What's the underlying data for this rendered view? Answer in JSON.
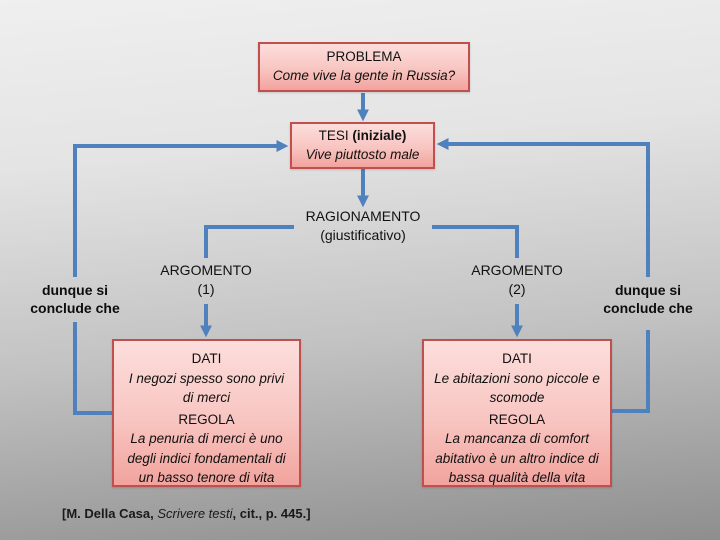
{
  "slide": {
    "background_top_color": "#efefef",
    "background_bottom_color": "#8e8e8e"
  },
  "colors": {
    "arrow": "#4f81bd",
    "box_border": "#c0504d",
    "box_fill_light": "#fcdedc",
    "box_fill_dark": "#f2a39d",
    "text": "#111111"
  },
  "diagram": {
    "problema": {
      "title": "PROBLEMA",
      "question": "Come vive la gente in Russia?"
    },
    "tesi": {
      "title_plain": "TESI ",
      "title_bold": "(iniziale)",
      "statement": "Vive piuttosto male"
    },
    "ragionamento": {
      "line1": "RAGIONAMENTO",
      "line2": "(giustificativo)"
    },
    "argomento1": {
      "line1": "ARGOMENTO",
      "line2": "(1)"
    },
    "argomento2": {
      "line1": "ARGOMENTO",
      "line2": "(2)"
    },
    "conclusion_left": {
      "line1": "dunque si",
      "line2": "conclude che"
    },
    "conclusion_right": {
      "line1": "dunque si",
      "line2": "conclude che"
    },
    "box_argomento1": {
      "dati_label": "DATI",
      "dati_text": "I negozi spesso sono privi di merci",
      "regola_label": "REGOLA",
      "regola_text": "La penuria di merci è uno degli indici fondamentali di un basso tenore di vita"
    },
    "box_argomento2": {
      "dati_label": "DATI",
      "dati_text": "Le abitazioni sono piccole e scomode",
      "regola_label": "REGOLA",
      "regola_text": "La mancanza di comfort abitativo è un altro indice di bassa qualità della vita"
    }
  },
  "citation": {
    "prefix": "[M. Della Casa, ",
    "work": "Scrivere testi",
    "suffix": ", cit., p. 445.]"
  }
}
